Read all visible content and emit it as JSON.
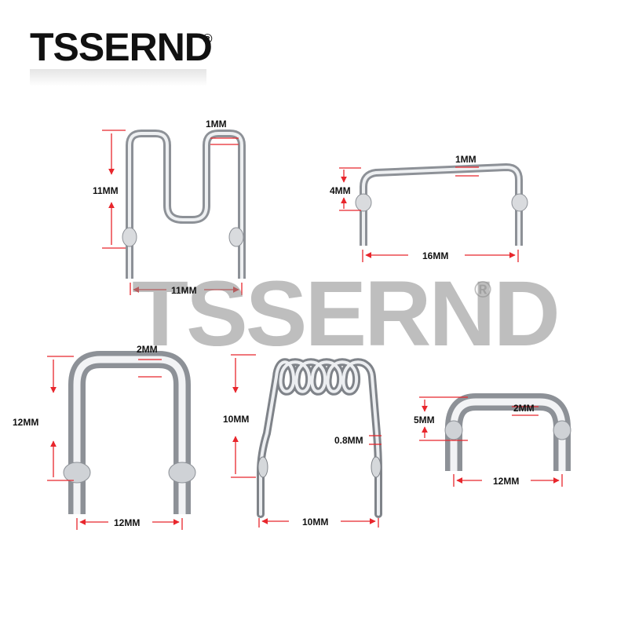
{
  "brand": {
    "name": "TSSERND",
    "mark": "®"
  },
  "watermark": {
    "name": "TSSERND",
    "mark": "®"
  },
  "colors": {
    "dimension_line": "#e8262c",
    "metal": "#c8cbd0",
    "text": "#111111"
  },
  "jumpers": [
    {
      "id": "m-shape",
      "labels": {
        "height": "11MM",
        "width": "11MM",
        "wire": "1MM"
      }
    },
    {
      "id": "wide-bridge",
      "labels": {
        "height": "4MM",
        "width": "16MM",
        "wire": "1MM"
      }
    },
    {
      "id": "u-shape",
      "labels": {
        "height": "12MM",
        "width": "12MM",
        "wire": "2MM"
      }
    },
    {
      "id": "coil",
      "labels": {
        "height": "10MM",
        "width": "10MM",
        "wire": "0.8MM"
      }
    },
    {
      "id": "small-bridge",
      "labels": {
        "height": "5MM",
        "width": "12MM",
        "wire": "2MM"
      }
    }
  ]
}
